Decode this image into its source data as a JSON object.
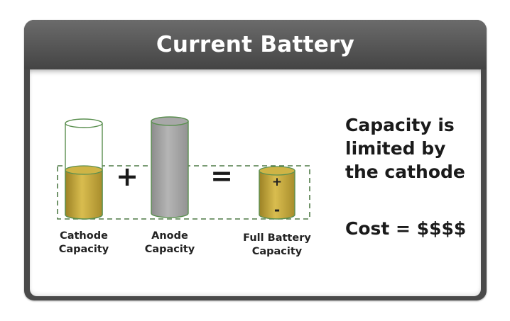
{
  "header": {
    "title": "Current Battery"
  },
  "components": [
    {
      "label_line1": "Cathode",
      "label_line2": "Capacity"
    },
    {
      "label_line1": "Anode",
      "label_line2": "Capacity"
    },
    {
      "label_line1": "Full Battery",
      "label_line2": "Capacity"
    }
  ],
  "operators": {
    "plus": "+",
    "equals": "="
  },
  "battery_signs": {
    "positive": "+",
    "negative": "-"
  },
  "note": {
    "line1": "Capacity is",
    "line2": "limited by",
    "line3": "the cathode"
  },
  "cost": "Cost = $$$$",
  "colors": {
    "header": "#555555",
    "gold_fill": "#c4a63a",
    "gray_fill": "#a3a3a3",
    "outline": "#5a8f4f",
    "dash": "#4e7a46"
  }
}
